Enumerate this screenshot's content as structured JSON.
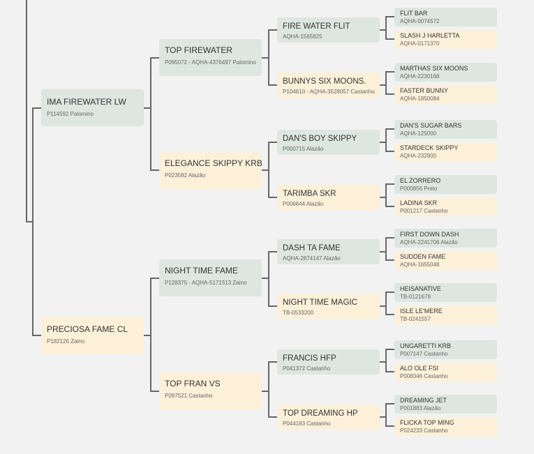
{
  "pedigree": {
    "sire": {
      "name": "IMA FIREWATER LW",
      "reg": "P114592 Palomino"
    },
    "dam": {
      "name": "PRECIOSA FAME CL",
      "reg": "P182126 Zaino"
    },
    "sire_sire": {
      "name": "TOP FIREWATER",
      "reg": "P095072 - AQHA-4376497 Palomino"
    },
    "sire_dam": {
      "name": "ELEGANCE SKIPPY KRB",
      "reg": "P023582 Alazão"
    },
    "dam_sire": {
      "name": "NIGHT TIME FAME",
      "reg": "P128375 - AQHA-5171513 Zaino"
    },
    "dam_dam": {
      "name": "TOP FRAN VS",
      "reg": "P097521 Castanho"
    },
    "gen3": [
      {
        "name": "FIRE WATER FLIT",
        "reg": "AQHA-1565825"
      },
      {
        "name": "BUNNYS SIX MOONS.",
        "reg": "P104610 - AQHA-3528057 Castanho"
      },
      {
        "name": "DAN'S BOY SKIPPY",
        "reg": "P000715 Alazão"
      },
      {
        "name": "TARIMBA SKR",
        "reg": "P006644 Alazão"
      },
      {
        "name": "DASH TA FAME",
        "reg": "AQHA-2874147 Alazão"
      },
      {
        "name": "NIGHT TIME MAGIC",
        "reg": "TB-0533200"
      },
      {
        "name": "FRANCIS HFP",
        "reg": "P041372 Castanho"
      },
      {
        "name": "TOP DREAMING HP",
        "reg": "P044183 Castanho"
      }
    ],
    "gen4": [
      {
        "name": "FLIT BAR",
        "reg": "AQHA-0074572"
      },
      {
        "name": "SLASH J HARLETTA",
        "reg": "AQHA-0171370"
      },
      {
        "name": "MARTHAS SIX MOONS",
        "reg": "AQHA-2230166"
      },
      {
        "name": "FASTER BUNNY",
        "reg": "AQHA-1850084"
      },
      {
        "name": "DAN'S SUGAR BARS",
        "reg": "AQHA-125000"
      },
      {
        "name": "STARDECK SKIPPY",
        "reg": "AQHA-232900"
      },
      {
        "name": "EL ZORRERO",
        "reg": "P000856 Preto"
      },
      {
        "name": "LADINA SKR",
        "reg": "P001217 Castanho"
      },
      {
        "name": "FIRST DOWN DASH",
        "reg": "AQHA-2241706 Alazão"
      },
      {
        "name": "SUDDEN FAME",
        "reg": "AQHA-1655048"
      },
      {
        "name": "HEISANATIVE",
        "reg": "TB-0121678"
      },
      {
        "name": "ISLE LE'MERE",
        "reg": "TB-0241557"
      },
      {
        "name": "UNGARETTI KRB",
        "reg": "P007147 Castanho"
      },
      {
        "name": "ALO OLE FSI",
        "reg": "P008346 Castanho"
      },
      {
        "name": "DREAMING JET",
        "reg": "P001883 Alazão"
      },
      {
        "name": "FLICKA TOP MING",
        "reg": "P024233 Castanho"
      }
    ]
  },
  "colors": {
    "male_card": "#dde6df",
    "female_card": "#fdf0d9",
    "connector": "#666666",
    "background": "#f2f2f2"
  }
}
